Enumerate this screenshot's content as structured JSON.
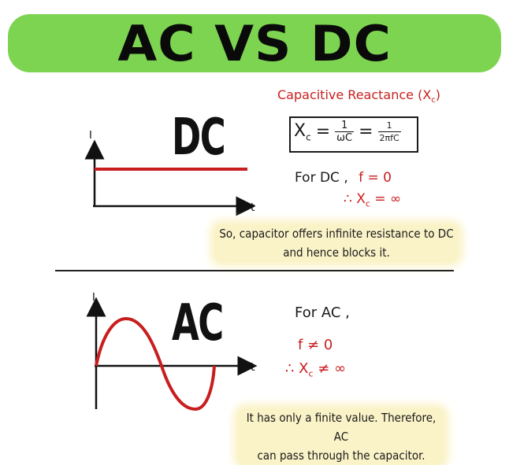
{
  "banner": {
    "title": "AC VS DC"
  },
  "dc_section": {
    "label": "DC",
    "axis_y": "I",
    "axis_x": "t",
    "reactance_heading": "Capacitive Reactance (X",
    "reactance_heading_sub": "c",
    "reactance_heading_end": ")",
    "formula": {
      "lhs": "X",
      "lhs_sub": "c",
      "eq": "=",
      "frac1_num": "1",
      "frac1_den": "ωC",
      "frac2_num": "1",
      "frac2_den": "2πfC"
    },
    "for_line": "For DC ,",
    "f_value": "f = 0",
    "therefore": "∴ X",
    "therefore_sub": "c",
    "therefore_end": " = ∞",
    "note_line1": "So, capacitor offers infinite resistance to DC",
    "note_line2": "and hence blocks it."
  },
  "ac_section": {
    "label": "AC",
    "axis_y": "I",
    "axis_x": "t",
    "for_line": "For AC ,",
    "f_value": "f ≠ 0",
    "therefore": "∴ X",
    "therefore_sub": "c",
    "therefore_end": " ≠ ∞",
    "note_line1": "It has only a finite value. Therefore, AC",
    "note_line2": "can pass through the capacitor."
  },
  "colors": {
    "banner": "#7dd451",
    "signal": "#c81e1e",
    "note_highlight": "#fbf3c8"
  }
}
